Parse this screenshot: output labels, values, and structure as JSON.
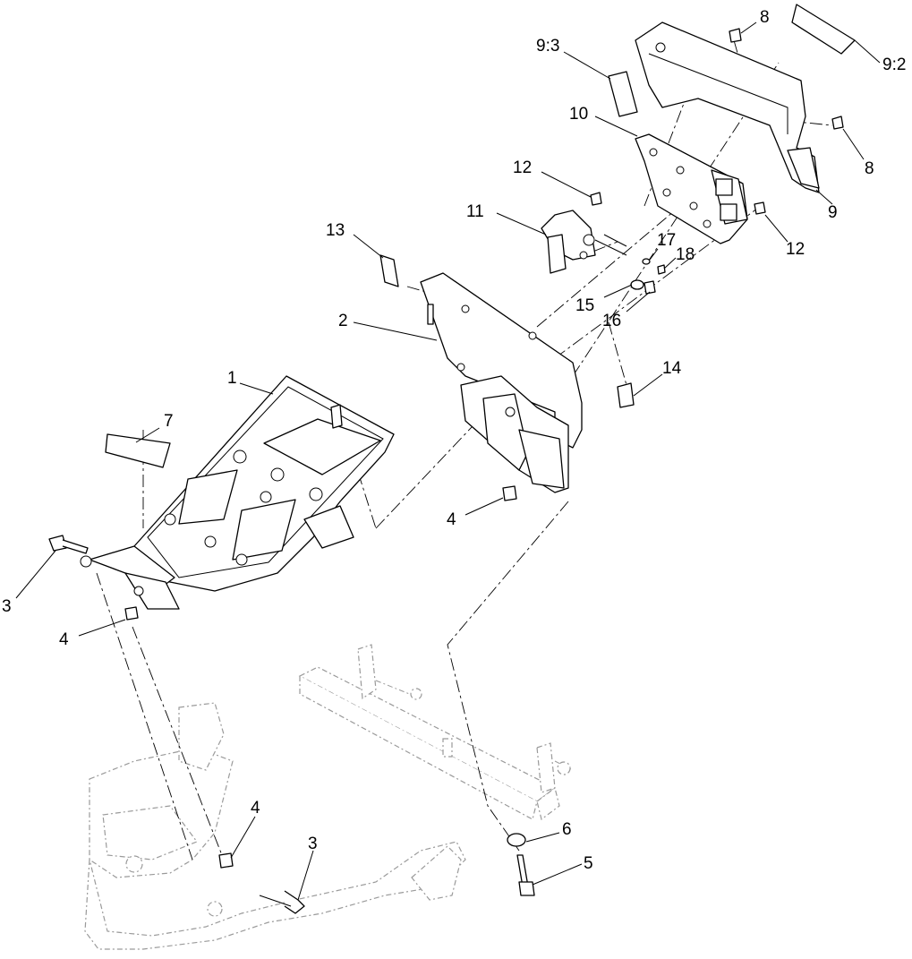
{
  "callouts": {
    "c1": "1",
    "c2": "2",
    "c3a": "3",
    "c3b": "3",
    "c4a": "4",
    "c4b": "4",
    "c4c": "4",
    "c5": "5",
    "c6": "6",
    "c7": "7",
    "c8a": "8",
    "c8b": "8",
    "c9": "9",
    "c9_2": "9:2",
    "c9_3": "9:3",
    "c10": "10",
    "c11": "11",
    "c12a": "12",
    "c12b": "12",
    "c13": "13",
    "c14": "14",
    "c15": "15",
    "c16": "16",
    "c17": "17",
    "c18": "18"
  }
}
